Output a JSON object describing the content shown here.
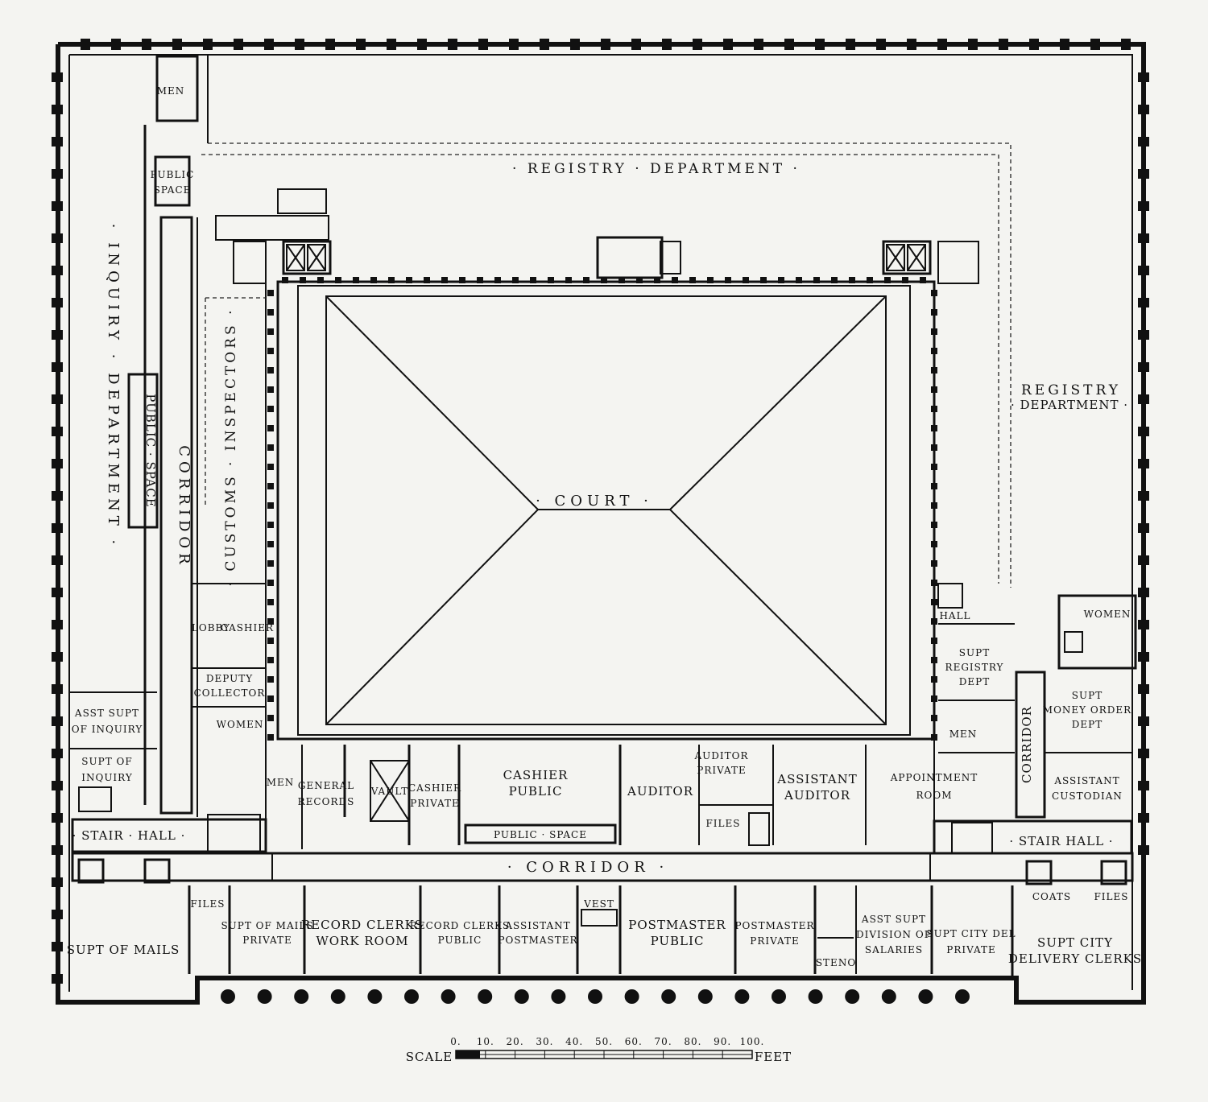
{
  "labels": {
    "registry_top": "· REGISTRY · DEPARTMENT ·",
    "registry_right_1": "REGISTRY",
    "registry_right_2": "· DEPARTMENT ·",
    "inquiry_department": "· INQUIRY · DEPARTMENT ·",
    "public_space_vertical": "PUBLIC · SPACE",
    "corridor_vertical": "CORRIDOR",
    "customs_inspectors": "· CUSTOMS · INSPECTORS ·",
    "court": "· COURT ·",
    "men_top": "MEN",
    "public_space_box_1": "PUBLIC",
    "public_space_box_2": "SPACE",
    "lobby": "LOBBY",
    "cashier_left": "CASHIER",
    "deputy_collector_1": "DEPUTY",
    "deputy_collector_2": "COLLECTOR",
    "women_left": "WOMEN",
    "men_left": "MEN",
    "asst_supt_inquiry_1": "ASST SUPT",
    "asst_supt_inquiry_2": "OF INQUIRY",
    "supt_inquiry_1": "SUPT OF",
    "supt_inquiry_2": "INQUIRY",
    "general_records_1": "GENERAL",
    "general_records_2": "RECORDS",
    "vault": "VAULT",
    "cashier_private_1": "CASHIER",
    "cashier_private_2": "PRIVATE",
    "cashier_public_1": "CASHIER",
    "cashier_public_2": "PUBLIC",
    "public_space_center": "PUBLIC · SPACE",
    "auditor": "AUDITOR",
    "auditor_private_1": "AUDITOR",
    "auditor_private_2": "PRIVATE",
    "assistant_auditor_1": "ASSISTANT",
    "assistant_auditor_2": "AUDITOR",
    "files_center": "FILES",
    "appointment_room_1": "APPOINTMENT",
    "appointment_room_2": "ROOM",
    "hall_right": "HALL",
    "supt_registry_1": "SUPT",
    "supt_registry_2": "REGISTRY",
    "supt_registry_3": "DEPT",
    "men_right": "MEN",
    "corridor_right_vertical": "CORRIDOR",
    "women_right": "WOMEN",
    "supt_money_order_1": "SUPT",
    "supt_money_order_2": "MONEY ORDER",
    "supt_money_order_3": "DEPT",
    "assistant_custodian_1": "ASSISTANT",
    "assistant_custodian_2": "CUSTODIAN",
    "stair_hall_left": "· STAIR · HALL ·",
    "stair_hall_right": "· STAIR HALL ·",
    "corridor_bottom": "· CORRIDOR ·",
    "files_bottom_left": "FILES",
    "supt_mails": "SUPT OF MAILS",
    "supt_mails_private_1": "SUPT OF MAILS",
    "supt_mails_private_2": "PRIVATE",
    "record_clerks_work_1": "RECORD CLERKS",
    "record_clerks_work_2": "WORK ROOM",
    "record_clerks_public_1": "RECORD CLERKS",
    "record_clerks_public_2": "PUBLIC",
    "assistant_postmaster_1": "ASSISTANT",
    "assistant_postmaster_2": "POSTMASTER",
    "vest": "VEST",
    "postmaster_public_1": "POSTMASTER",
    "postmaster_public_2": "PUBLIC",
    "postmaster_private_1": "POSTMASTER",
    "postmaster_private_2": "PRIVATE",
    "steno": "STENO",
    "asst_supt_salaries_1": "ASST SUPT",
    "asst_supt_salaries_2": "DIVISION OF",
    "asst_supt_salaries_3": "SALARIES",
    "supt_city_del_1": "SUPT CITY DEL",
    "supt_city_del_2": "PRIVATE",
    "coats": "COATS",
    "files_bottom_right": "FILES",
    "supt_city_delivery_1": "SUPT CITY",
    "supt_city_delivery_2": "DELIVERY CLERKS"
  },
  "scale": {
    "label": "SCALE",
    "unit": "FEET",
    "ticks": [
      "0.",
      "10.",
      "20.",
      "30.",
      "40.",
      "50.",
      "60.",
      "70.",
      "80.",
      "90.",
      "100."
    ]
  }
}
